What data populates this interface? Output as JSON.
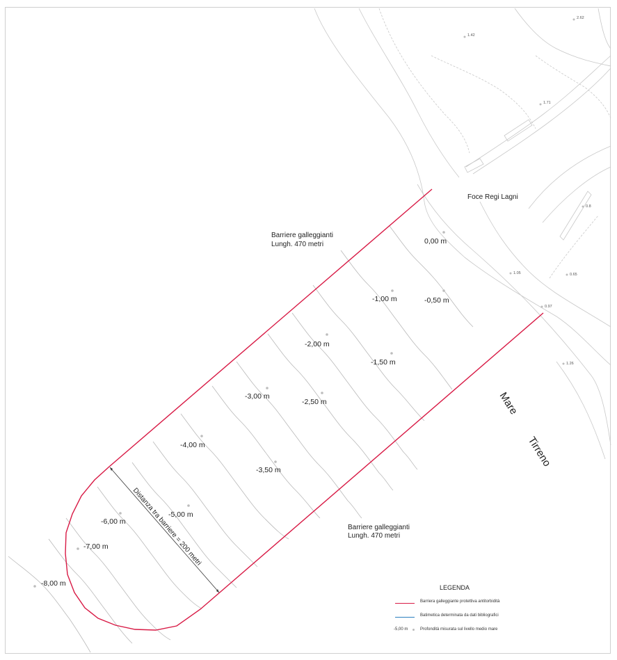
{
  "map": {
    "place_label": "Foce Regi Lagni",
    "sea_words": [
      "Mare",
      "Tirreno"
    ],
    "barrier_label_top": [
      "Barriere galleggianti",
      "Lungh. 470 metri"
    ],
    "barrier_label_bottom": [
      "Barriere galleggianti",
      "Lungh. 470 metri"
    ],
    "distance_label": "Distanza tra barriere = 200 metri",
    "depth_labels": [
      "0,00 m",
      "-0,50 m",
      "-1,00 m",
      "-1,50 m",
      "-2,00 m",
      "-2,50 m",
      "-3,00 m",
      "-3,50 m",
      "-4,00 m",
      "-5,00 m",
      "-6,00 m",
      "-7,00 m",
      "-8,00 m"
    ],
    "spot_heights": [
      "2.62",
      "1.42",
      "1.71",
      "0.8",
      "1.05",
      "0.65",
      "0.97",
      "1.26"
    ],
    "colors": {
      "barrier": "#d81a45",
      "bathymetry": "#2a7fbf",
      "contour": "#b9b9b9"
    }
  },
  "legend": {
    "title": "LEGENDA",
    "items": [
      {
        "label": "Barriera galleggiante protettiva antitorbidità"
      },
      {
        "label": "Batimetica determinata da dati bibliografici"
      },
      {
        "label": "Profondità misurata sul livello medio mare",
        "sample": "-5,00 m"
      }
    ]
  }
}
